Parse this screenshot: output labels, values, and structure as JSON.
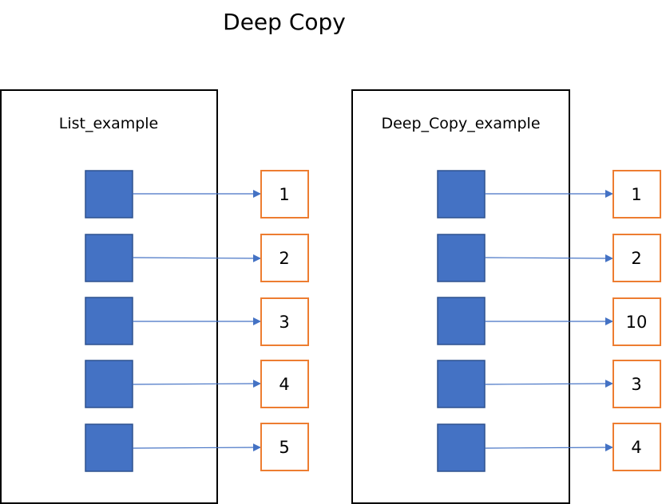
{
  "title": "Deep Copy",
  "colors": {
    "pointer_fill": "#4472C4",
    "pointer_stroke": "#2F528F",
    "value_border": "#ED7D31",
    "arrow": "#4472C4",
    "container_border": "#000000"
  },
  "containers": [
    {
      "label": "List_example",
      "values": [
        "1",
        "2",
        "3",
        "4",
        "5"
      ]
    },
    {
      "label": "Deep_Copy_example",
      "values": [
        "1",
        "2",
        "10",
        "3",
        "4"
      ]
    }
  ]
}
